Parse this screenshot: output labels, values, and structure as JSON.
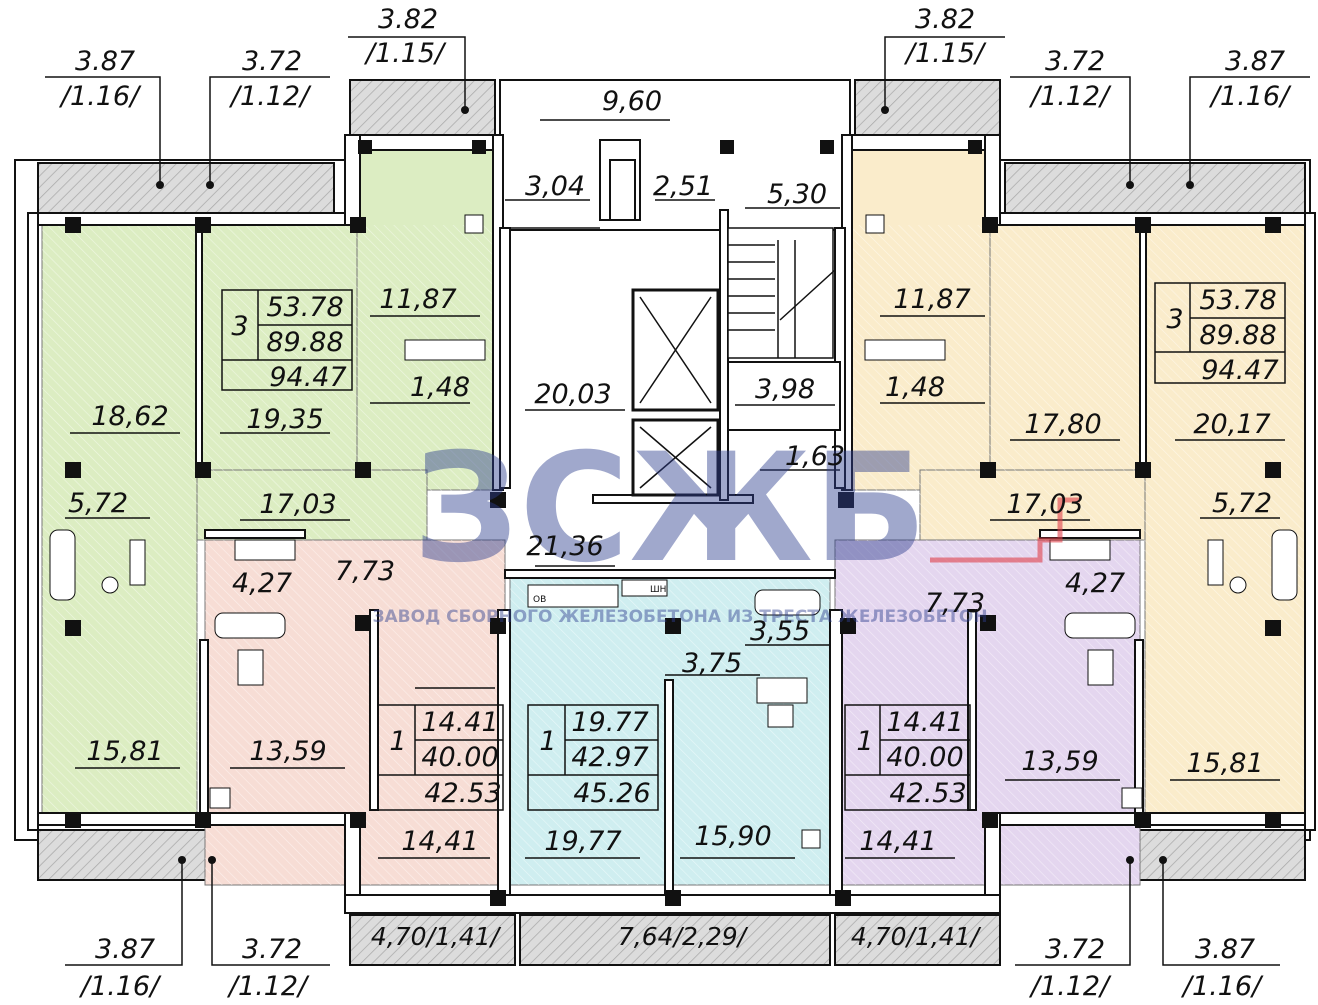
{
  "colors": {
    "green": "#dcedc2",
    "yellow": "#faeccb",
    "pink": "#f7ddd5",
    "blue": "#cfeef0",
    "violet": "#e4d6ef",
    "balcony": "#d9d9d9",
    "watermark": "#2e3f8f",
    "watermark_accent": "#e0404a"
  },
  "watermark": {
    "logo": "ЗСЖБ",
    "tagline": "ЗАВОД СБОРНОГО ЖЕЛЕЗОБЕТОНА ИЗ ТРЕСТА ЖЕЛЕЗОБЕТОН"
  },
  "balconies": {
    "top_far_left": {
      "area": "3.87",
      "reduced": "/1.16/"
    },
    "top_left": {
      "area": "3.72",
      "reduced": "/1.12/"
    },
    "top_center_left": {
      "area": "3.82",
      "reduced": "/1.15/"
    },
    "top_center_right": {
      "area": "3.82",
      "reduced": "/1.15/"
    },
    "top_right": {
      "area": "3.72",
      "reduced": "/1.12/"
    },
    "top_far_right": {
      "area": "3.87",
      "reduced": "/1.16/"
    },
    "bottom_far_left": {
      "area": "3.87",
      "reduced": "/1.16/"
    },
    "bottom_left": {
      "area": "3.72",
      "reduced": "/1.12/"
    },
    "bottom_right": {
      "area": "3.72",
      "reduced": "/1.12/"
    },
    "bottom_far_right": {
      "area": "3.87",
      "reduced": "/1.16/"
    },
    "bottom_loggia_left": "4,70/1,41/",
    "bottom_loggia_center": "7,64/2,29/",
    "bottom_loggia_right": "4,70/1,41/"
  },
  "common": {
    "corridor_top": "9,60",
    "vestibule": "3,04",
    "elevator_hall": "2,51",
    "stair_landing": "5,30",
    "hall_main": "20,03",
    "stair": "3,98",
    "shaft": "1,63",
    "corridor": "21,36",
    "electrical_label": "ОВ",
    "panel_label": "ШН"
  },
  "apt_left_3room": {
    "rooms": "3",
    "living": "53.78",
    "total": "89.88",
    "total_with_balcony": "94.47",
    "room_a": "18,62",
    "room_b": "19,35",
    "kitchen": "11,87",
    "wc": "1,48",
    "hall": "17,03",
    "bath": "5,72",
    "room_c": "15,81"
  },
  "apt_right_3room": {
    "rooms": "3",
    "living": "53.78",
    "total": "89.88",
    "total_with_balcony": "94.47",
    "room_a": "20,17",
    "room_b": "17,80",
    "kitchen": "11,87",
    "wc": "1,48",
    "hall": "17,03",
    "bath": "5,72",
    "room_c": "15,81"
  },
  "apt_left_1room": {
    "rooms": "1",
    "living": "14.41",
    "total": "40.00",
    "total_with_balcony": "42.53",
    "bath": "4,27",
    "hall": "7,73",
    "kitchen": "13,59",
    "room": "14,41"
  },
  "apt_right_1room": {
    "rooms": "1",
    "living": "14.41",
    "total": "40.00",
    "total_with_balcony": "42.53",
    "bath": "4,27",
    "hall": "7,73",
    "kitchen": "13,59",
    "room": "14,41"
  },
  "apt_center_1room": {
    "rooms": "1",
    "living": "19.77",
    "total": "42.97",
    "total_with_balcony": "45.26",
    "bath": "3,55",
    "hall": "3,75",
    "room": "19,77",
    "kitchen": "15,90"
  }
}
